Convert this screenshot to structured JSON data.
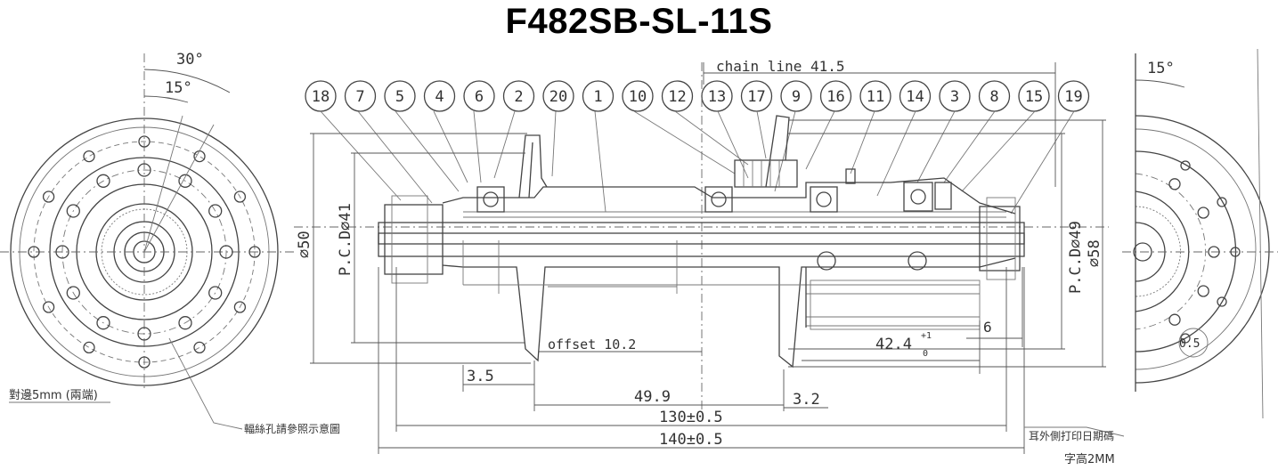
{
  "title": "F482SB-SL-11S",
  "left_view": {
    "angle_outer": "30°",
    "angle_inner": "15°",
    "note_offset": "對邊5mm (兩端)",
    "note_spoke": "輻絲孔請參照示意圖"
  },
  "right_view": {
    "angle": "15°",
    "mark": "0.5"
  },
  "balloons": [
    "18",
    "7",
    "5",
    "4",
    "6",
    "2",
    "20",
    "1",
    "10",
    "12",
    "13",
    "17",
    "9",
    "16",
    "11",
    "14",
    "3",
    "8",
    "15",
    "19"
  ],
  "dimensions": {
    "chain_line": "chain line 41.5",
    "dia_flange_left": "∅50",
    "pcd_left": "P.C.D∅41",
    "pcd_right": "P.C.D∅49",
    "dia_flange_right": "∅58",
    "offset": "offset 10.2",
    "right_len": "42.4",
    "right_tol_upper": "+1",
    "right_tol_lower": "0",
    "six": "6",
    "d35": "3.5",
    "d32": "3.2",
    "d499": "49.9",
    "old_130": "130±0.5",
    "old_140": "140±0.5"
  },
  "notes": {
    "print_date": "耳外側打印日期碼",
    "char_height": "字高2MM"
  }
}
